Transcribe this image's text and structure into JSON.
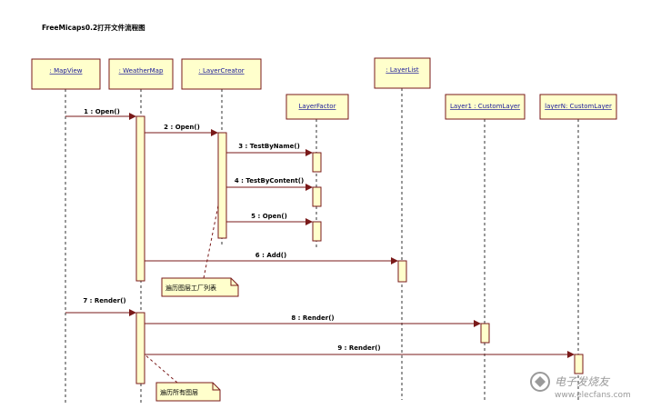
{
  "title": "FreeMicaps0.2打开文件流程图",
  "participants": [
    {
      "id": "mapview",
      "label": ": MapView"
    },
    {
      "id": "weathermap",
      "label": ": WeatherMap"
    },
    {
      "id": "layercreator",
      "label": ": LayerCreator"
    },
    {
      "id": "layerlist",
      "label": ": LayerList"
    },
    {
      "id": "layerfactor",
      "label": "LayerFactor"
    },
    {
      "id": "layer1",
      "label": "Layer1 : CustomLayer"
    },
    {
      "id": "layern",
      "label": "layerN: CustomLayer"
    }
  ],
  "messages": [
    {
      "id": "m1",
      "label": "1 : Open()"
    },
    {
      "id": "m2",
      "label": "2 : Open()"
    },
    {
      "id": "m3",
      "label": "3 : TestByName()"
    },
    {
      "id": "m4",
      "label": "4 : TestByContent()"
    },
    {
      "id": "m5",
      "label": "5 : Open()"
    },
    {
      "id": "m6",
      "label": "6 : Add()"
    },
    {
      "id": "m7",
      "label": "7 : Render()"
    },
    {
      "id": "m8",
      "label": "8 : Render()"
    },
    {
      "id": "m9",
      "label": "9 : Render()"
    }
  ],
  "notes": [
    {
      "id": "n1",
      "label": "遍历图层工厂列表"
    },
    {
      "id": "n2",
      "label": "遍历所有图层"
    }
  ],
  "watermark": {
    "brand": "电子发烧友",
    "url": "www.elecfans.com"
  },
  "colors": {
    "box_fill": "#ffffcc",
    "border": "#7a1a1a",
    "participant_text": "#1a1a99"
  }
}
